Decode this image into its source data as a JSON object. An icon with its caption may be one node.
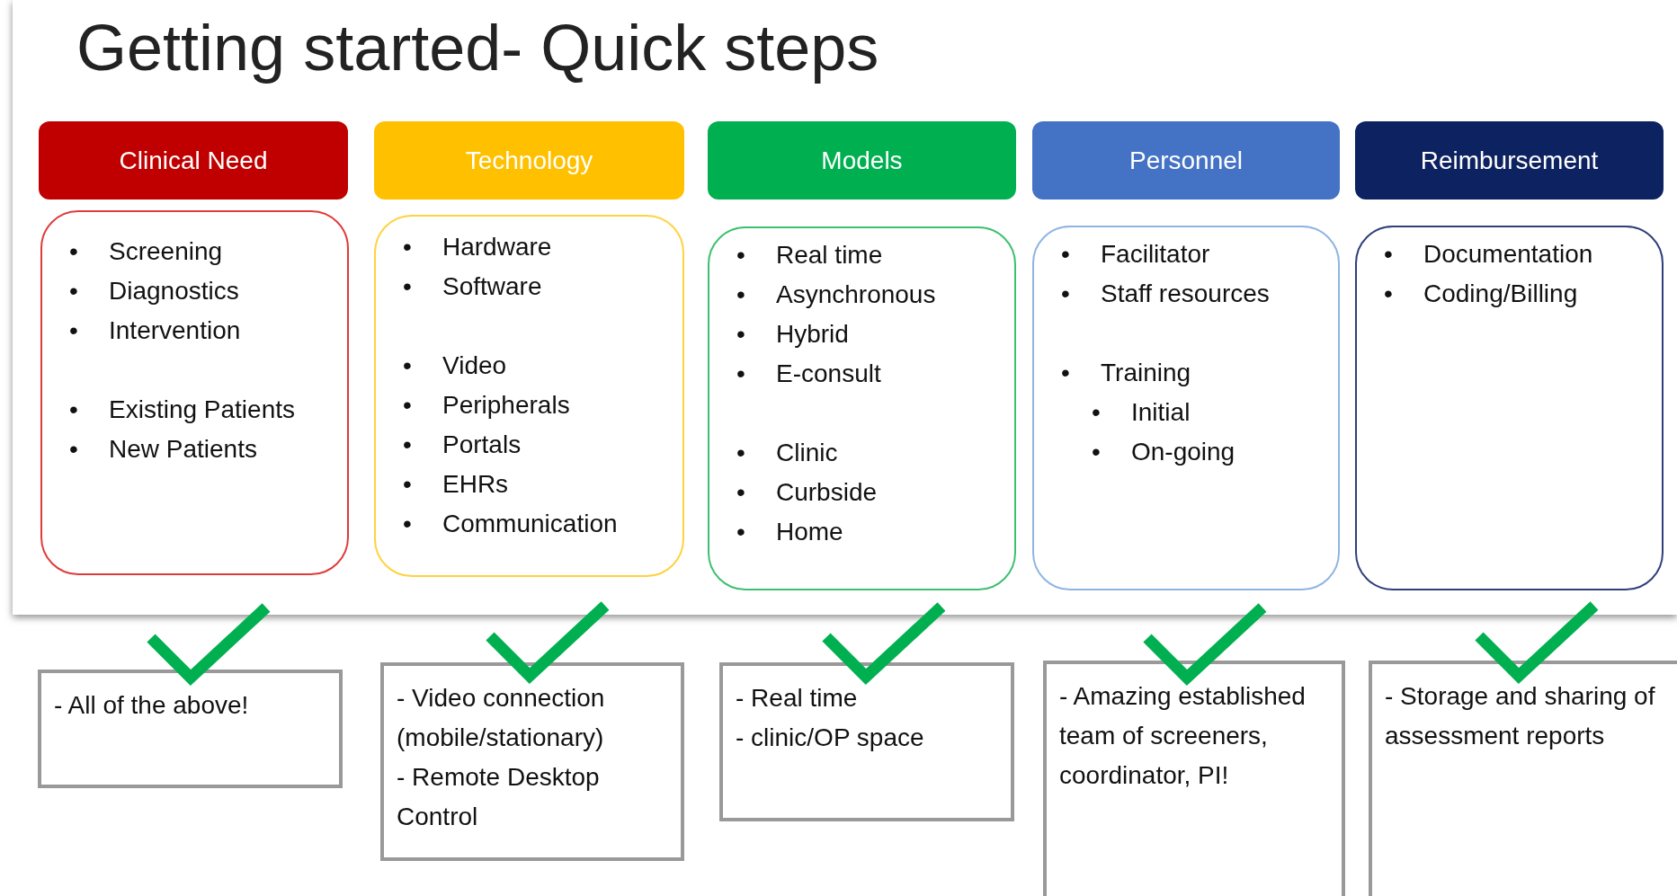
{
  "diagram": {
    "title": "Getting started- Quick steps",
    "nodes": [
      {
        "text": [
          "Clinical Need"
        ]
      },
      {
        "text": [
          "Technology"
        ]
      },
      {
        "text": [
          "Models"
        ]
      },
      {
        "text": [
          "Personnel"
        ]
      },
      {
        "text": [
          "Reimbursement"
        ]
      },
      {
        "text": [
          "•\tScreening",
          "•\tDiagnostics",
          "•\tIntervention",
          "•\tExisting Patients",
          "•\tNew Patients"
        ]
      },
      {
        "text": [
          "•\tHardware",
          "•\tSoftware",
          "•\tVideo",
          "•\tPeripherals",
          "•\tPortals",
          "•\tEHRs",
          "•\tCommunication"
        ]
      },
      {
        "text": [
          "•\tReal time",
          "•\tAsynchronous",
          "•\tHybrid",
          "•\tE-consult",
          "•\tClinic",
          "•\tCurbside",
          "•\tHome"
        ]
      },
      {
        "text": [
          "•\tFacilitator",
          "•\tStaff resources",
          "•\tTraining",
          "•\tInitial",
          "•\tOn-going"
        ]
      },
      {
        "text": [
          "•\tDocumentation",
          "•\tCoding/Billing"
        ]
      },
      {
        "text": [
          "- All of the above!"
        ]
      },
      {
        "text": [
          "- Video connection (mobile/stationary)",
          "- Remote Desktop Control"
        ]
      },
      {
        "text": [
          "- Real time",
          "- clinic/OP space"
        ]
      },
      {
        "text": [
          "- Amazing established team of screeners, coordinator, PI!"
        ]
      },
      {
        "text": [
          "- Storage and sharing of assessment reports"
        ]
      }
    ],
    "edges": []
  }
}
